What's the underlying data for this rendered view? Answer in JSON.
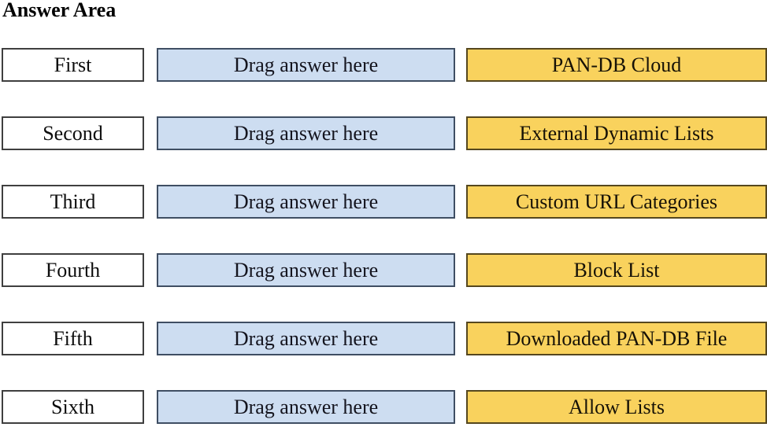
{
  "title": "Answer Area",
  "drop_label": "Drag answer here",
  "rows": [
    {
      "ordinal": "First",
      "answer": "PAN-DB Cloud"
    },
    {
      "ordinal": "Second",
      "answer": "External Dynamic Lists"
    },
    {
      "ordinal": "Third",
      "answer": "Custom URL Categories"
    },
    {
      "ordinal": "Fourth",
      "answer": "Block List"
    },
    {
      "ordinal": "Fifth",
      "answer": "Downloaded PAN-DB File"
    },
    {
      "ordinal": "Sixth",
      "answer": "Allow Lists"
    }
  ],
  "colors": {
    "ordinal_fill": "#ffffff",
    "ordinal_border": "#3f3f3f",
    "drop_fill": "#cdddf1",
    "drop_border": "#3f4e63",
    "answer_fill": "#f9d25d",
    "answer_border": "#55471e"
  }
}
